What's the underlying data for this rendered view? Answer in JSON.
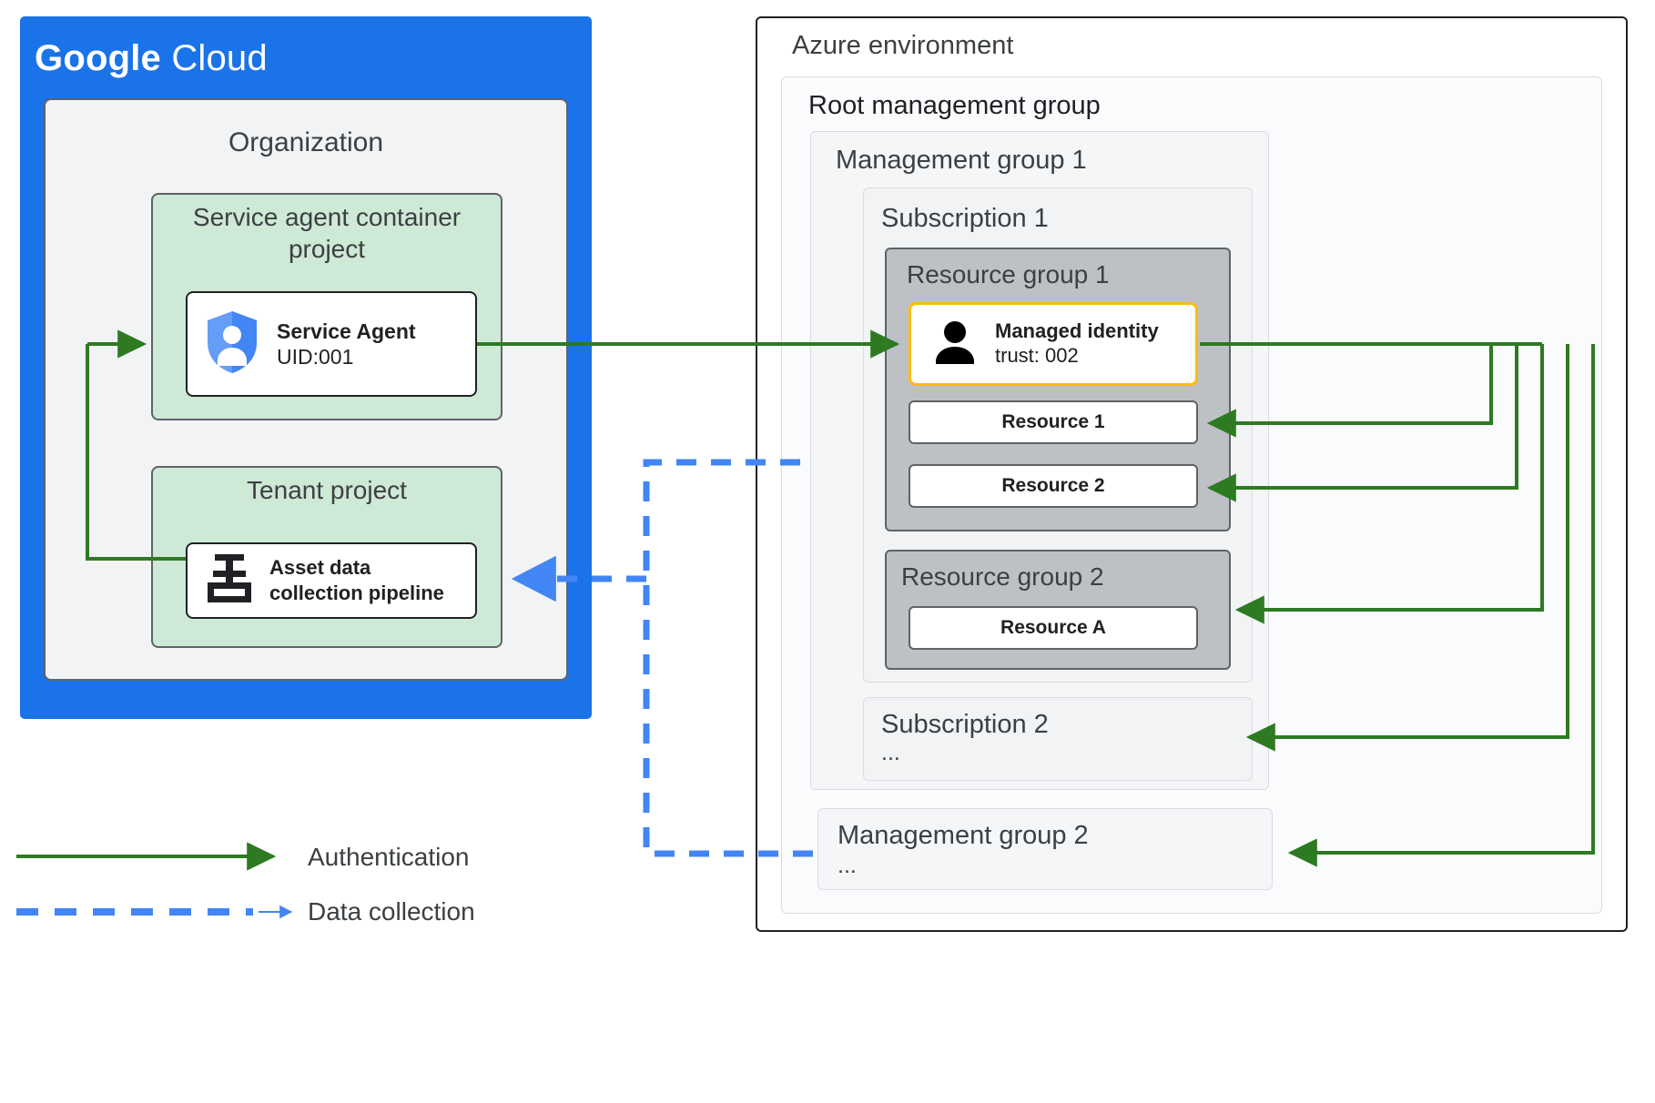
{
  "google_cloud": {
    "logo_bold": "Google",
    "logo_light": "Cloud",
    "organization": {
      "title": "Organization"
    },
    "service_agent_project": {
      "title": "Service agent container project",
      "card": {
        "icon": "shield-person-icon",
        "name": "Service Agent",
        "uid": "UID:001"
      }
    },
    "tenant_project": {
      "title": "Tenant  project",
      "card": {
        "icon": "pipeline-valve-icon",
        "label_line1": "Asset data",
        "label_line2": "collection pipeline"
      }
    }
  },
  "azure": {
    "title": "Azure environment",
    "root_management_group": {
      "title": "Root management group"
    },
    "management_group_1": {
      "title": "Management group 1",
      "subscription_1": {
        "title": "Subscription 1",
        "resource_group_1": {
          "title": "Resource group 1",
          "managed_identity": {
            "icon": "person-icon",
            "name": "Managed identity",
            "trust": "trust: 002"
          },
          "resources": [
            "Resource 1",
            "Resource 2"
          ]
        },
        "resource_group_2": {
          "title": "Resource group 2",
          "resources": [
            "Resource A"
          ]
        }
      },
      "subscription_2": {
        "title": "Subscription 2",
        "ellipsis": "..."
      }
    },
    "management_group_2": {
      "title": "Management group 2",
      "ellipsis": "..."
    }
  },
  "legend": {
    "items": [
      {
        "label": "Authentication",
        "style": "solid",
        "color": "#2d7a22"
      },
      {
        "label": "Data collection",
        "style": "dashed",
        "color": "#4285f4"
      }
    ]
  },
  "colors": {
    "google_blue": "#1a73e8",
    "project_green": "#cee9d6",
    "resource_group_gray": "#bdc1c6",
    "identity_amber": "#fbbc04",
    "auth_green": "#2d7a22",
    "data_blue": "#4285f4"
  }
}
